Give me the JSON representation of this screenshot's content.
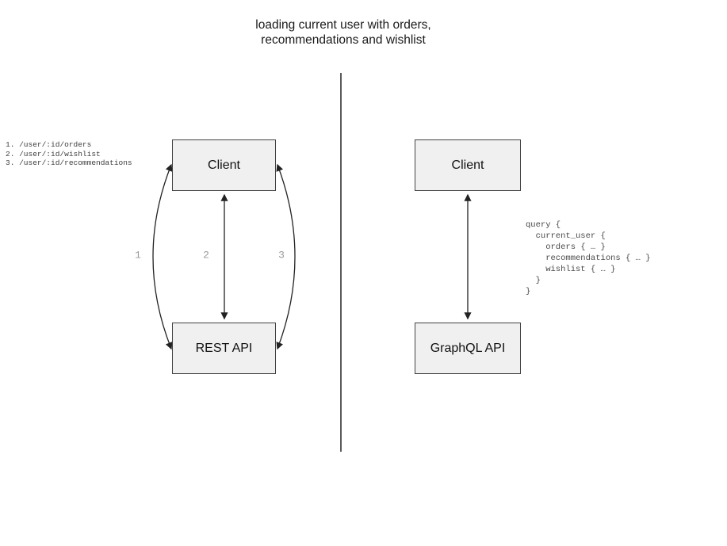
{
  "title": {
    "line1": "loading current user with orders,",
    "line2": "recommendations and wishlist"
  },
  "left": {
    "endpoints": [
      "1. /user/:id/orders",
      "2. /user/:id/wishlist",
      "3. /user/:id/recommendations"
    ],
    "client_label": "Client",
    "api_label": "REST API",
    "arrow_labels": [
      "1",
      "2",
      "3"
    ]
  },
  "right": {
    "client_label": "Client",
    "api_label": "GraphQL API",
    "query_lines": [
      "query {",
      "  current_user {",
      "    orders { … }",
      "    recommendations { … }",
      "    wishlist { … }",
      "  }",
      "}"
    ]
  },
  "colors": {
    "box_fill": "#f0f0f0",
    "box_border": "#424242",
    "arrow": "#222222",
    "number_label": "#9a9a9a",
    "code_text": "#4a4a4a",
    "title_text": "#1a1a1a",
    "divider": "#5a5a5a"
  }
}
